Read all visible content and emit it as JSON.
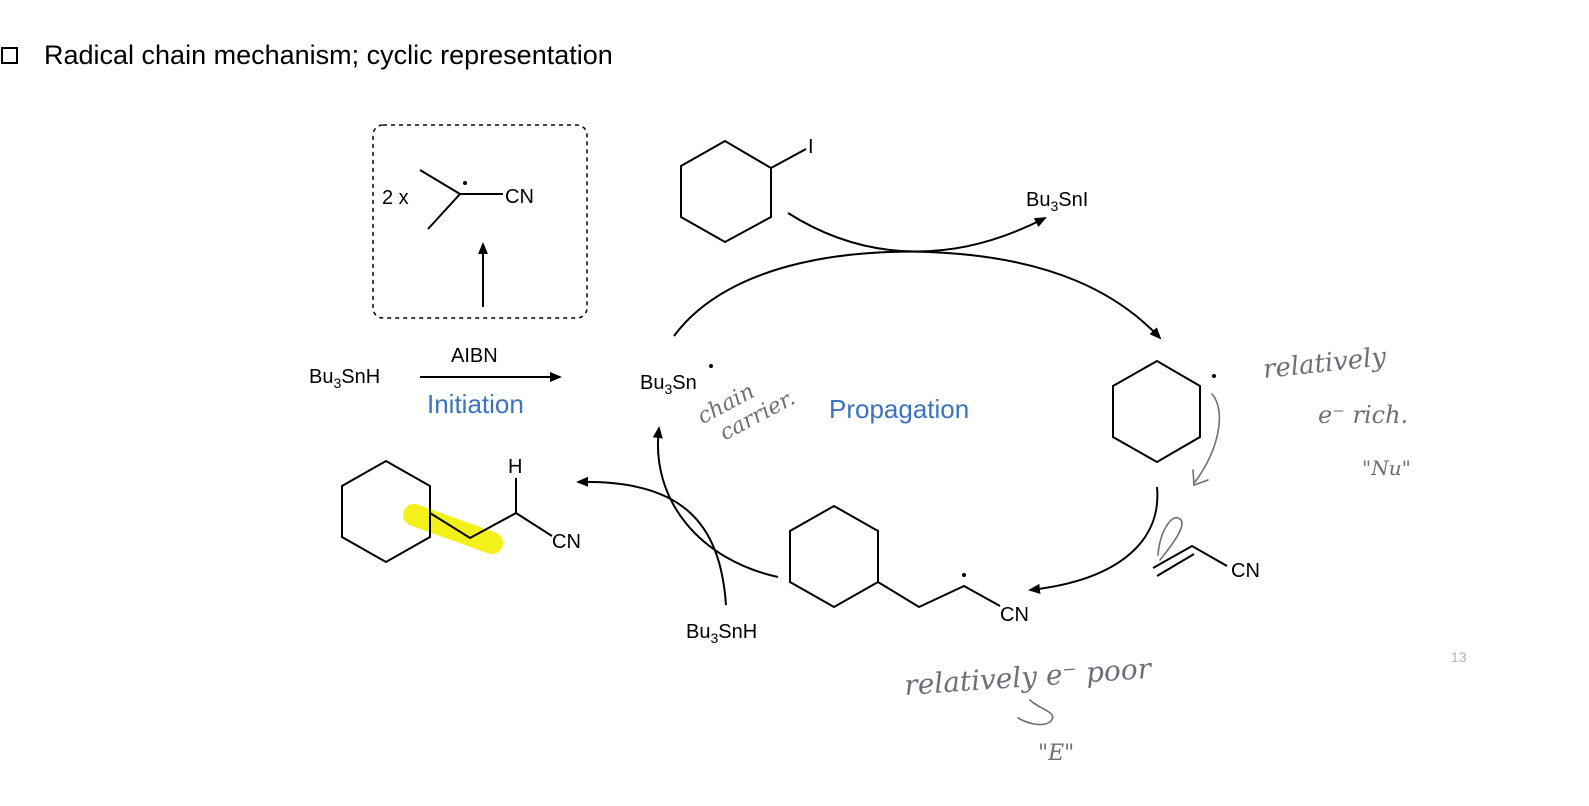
{
  "header": {
    "checkbox_icon": "square-checkbox-icon",
    "title": "Radical chain mechanism; cyclic representation"
  },
  "initiation": {
    "reagent": "Bu3SnH",
    "initiator": "AIBN",
    "label": "Initiation",
    "radical_multiplier": "2 x",
    "radical_group": "CN"
  },
  "propagation": {
    "label": "Propagation",
    "chain_carrier": "Bu3Sn",
    "iodide_atom": "I",
    "byproduct": "Bu3SnI",
    "alkene_group": "CN",
    "adduct_group": "CN",
    "hydrogen_donor": "Bu3SnH"
  },
  "product": {
    "hydrogen": "H",
    "group": "CN",
    "highlight_color": "#f4f01a"
  },
  "annotations": {
    "chain_note_line1": "chain",
    "chain_note_line2": "carrier.",
    "rich_line1": "relatively",
    "rich_line2": "e⁻ rich.",
    "rich_line3": "\"Nu\"",
    "poor_line1": "relatively e⁻ poor",
    "poor_line2": "\"E\""
  },
  "page_number": "13",
  "colors": {
    "accent_blue": "#3b73c1",
    "pencil": "#6e6e7a",
    "highlight": "#f4f01a"
  }
}
